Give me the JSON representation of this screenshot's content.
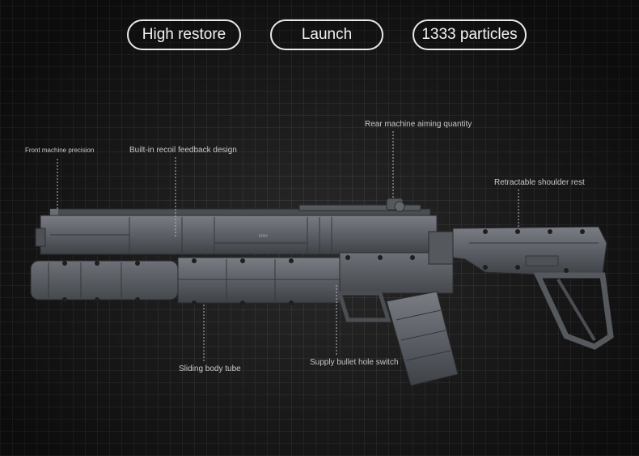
{
  "badges": [
    {
      "label": "High restore"
    },
    {
      "label": "Launch"
    },
    {
      "label": "1333 particles"
    }
  ],
  "annotations": {
    "front_machine_precision": "Front machine precision",
    "recoil_feedback": "Built-in recoil feedback design",
    "rear_machine_aiming": "Rear machine aiming quantity",
    "retractable_shoulder_rest": "Retractable shoulder rest",
    "sliding_body_tube": "Sliding body tube",
    "supply_bullet_hole_switch": "Supply bullet hole switch"
  },
  "product_marking": "M4H",
  "colors": {
    "background": "#1c1c1c",
    "grid": "#828282",
    "gun_body": "#5f6369",
    "text": "#c9c9c9"
  }
}
